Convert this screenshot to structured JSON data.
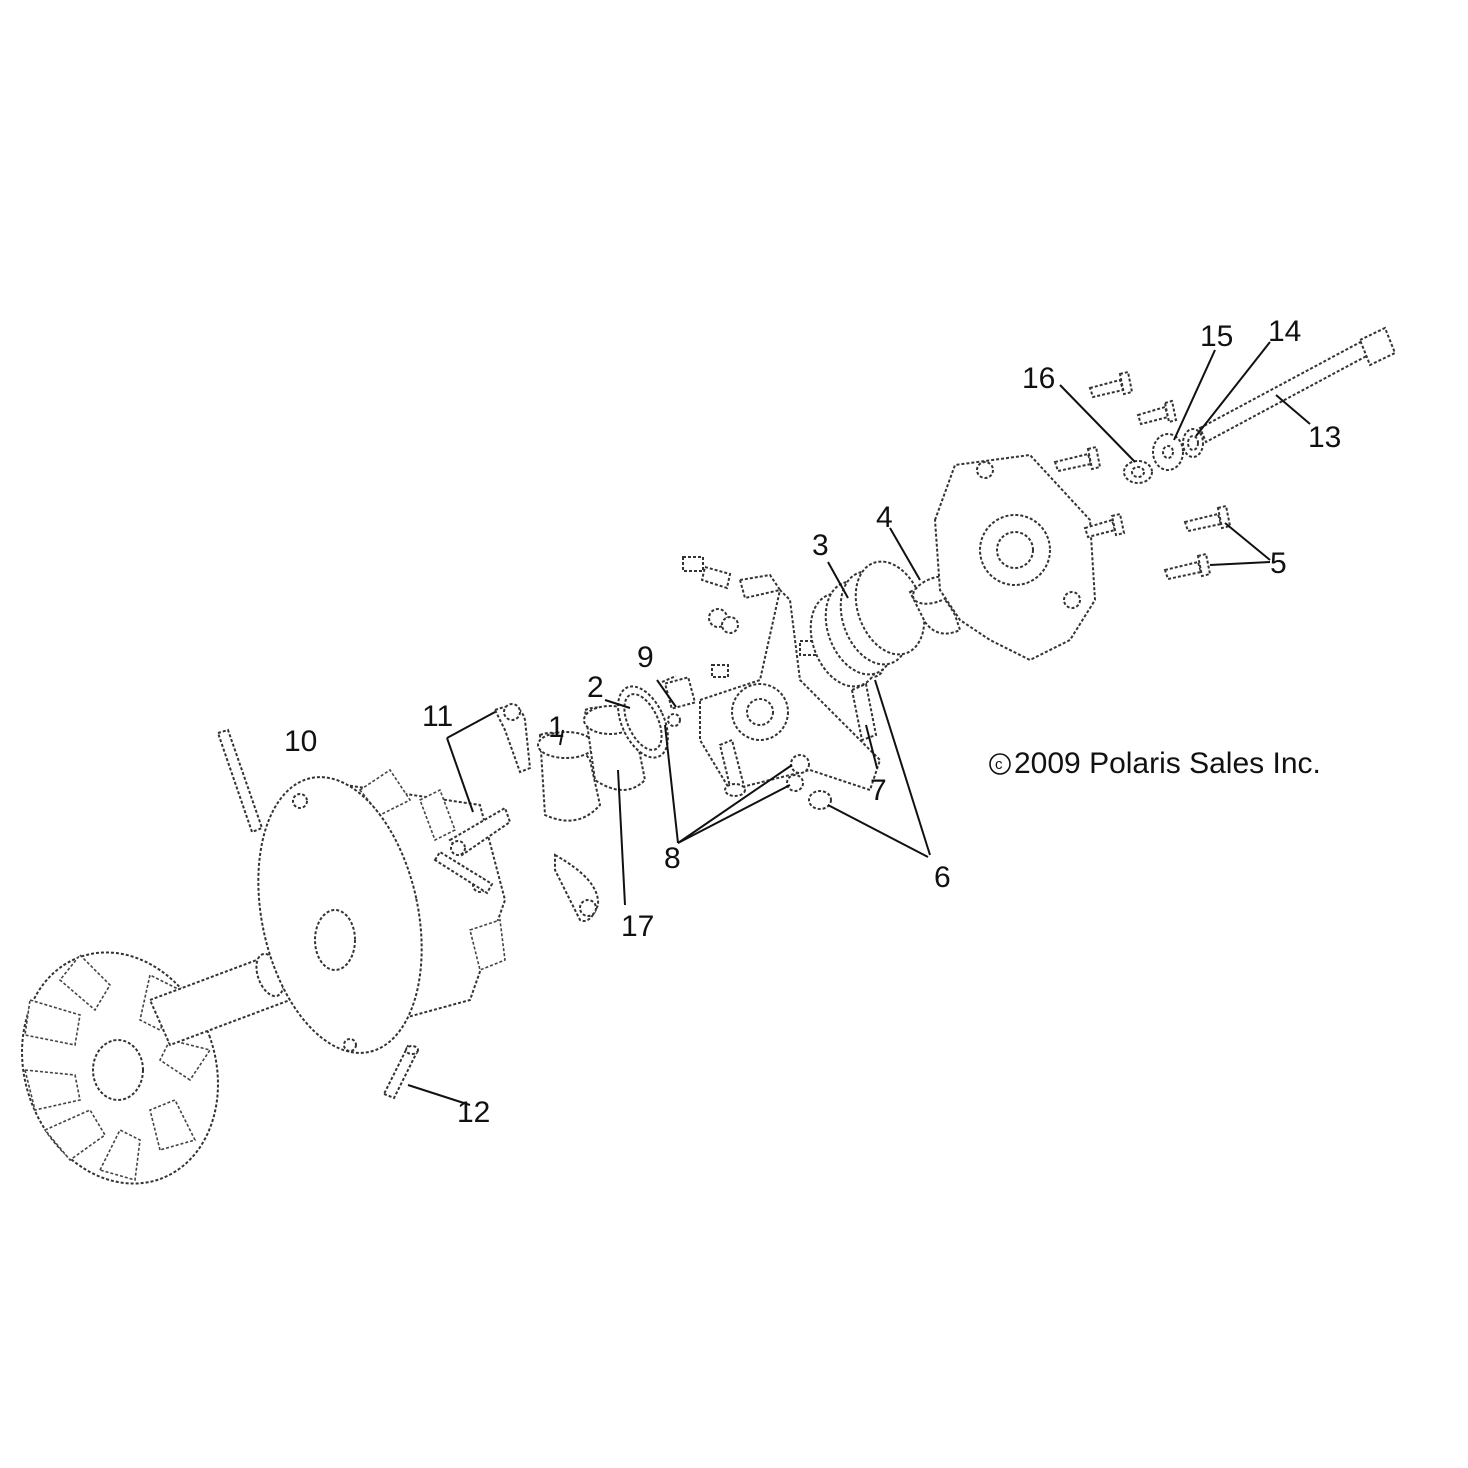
{
  "diagram": {
    "callouts": [
      "1",
      "2",
      "3",
      "4",
      "5",
      "6",
      "7",
      "8",
      "9",
      "10",
      "11",
      "12",
      "13",
      "14",
      "15",
      "16",
      "17"
    ],
    "copyright": {
      "symbol": "c",
      "text": "2009 Polaris Sales Inc."
    }
  }
}
